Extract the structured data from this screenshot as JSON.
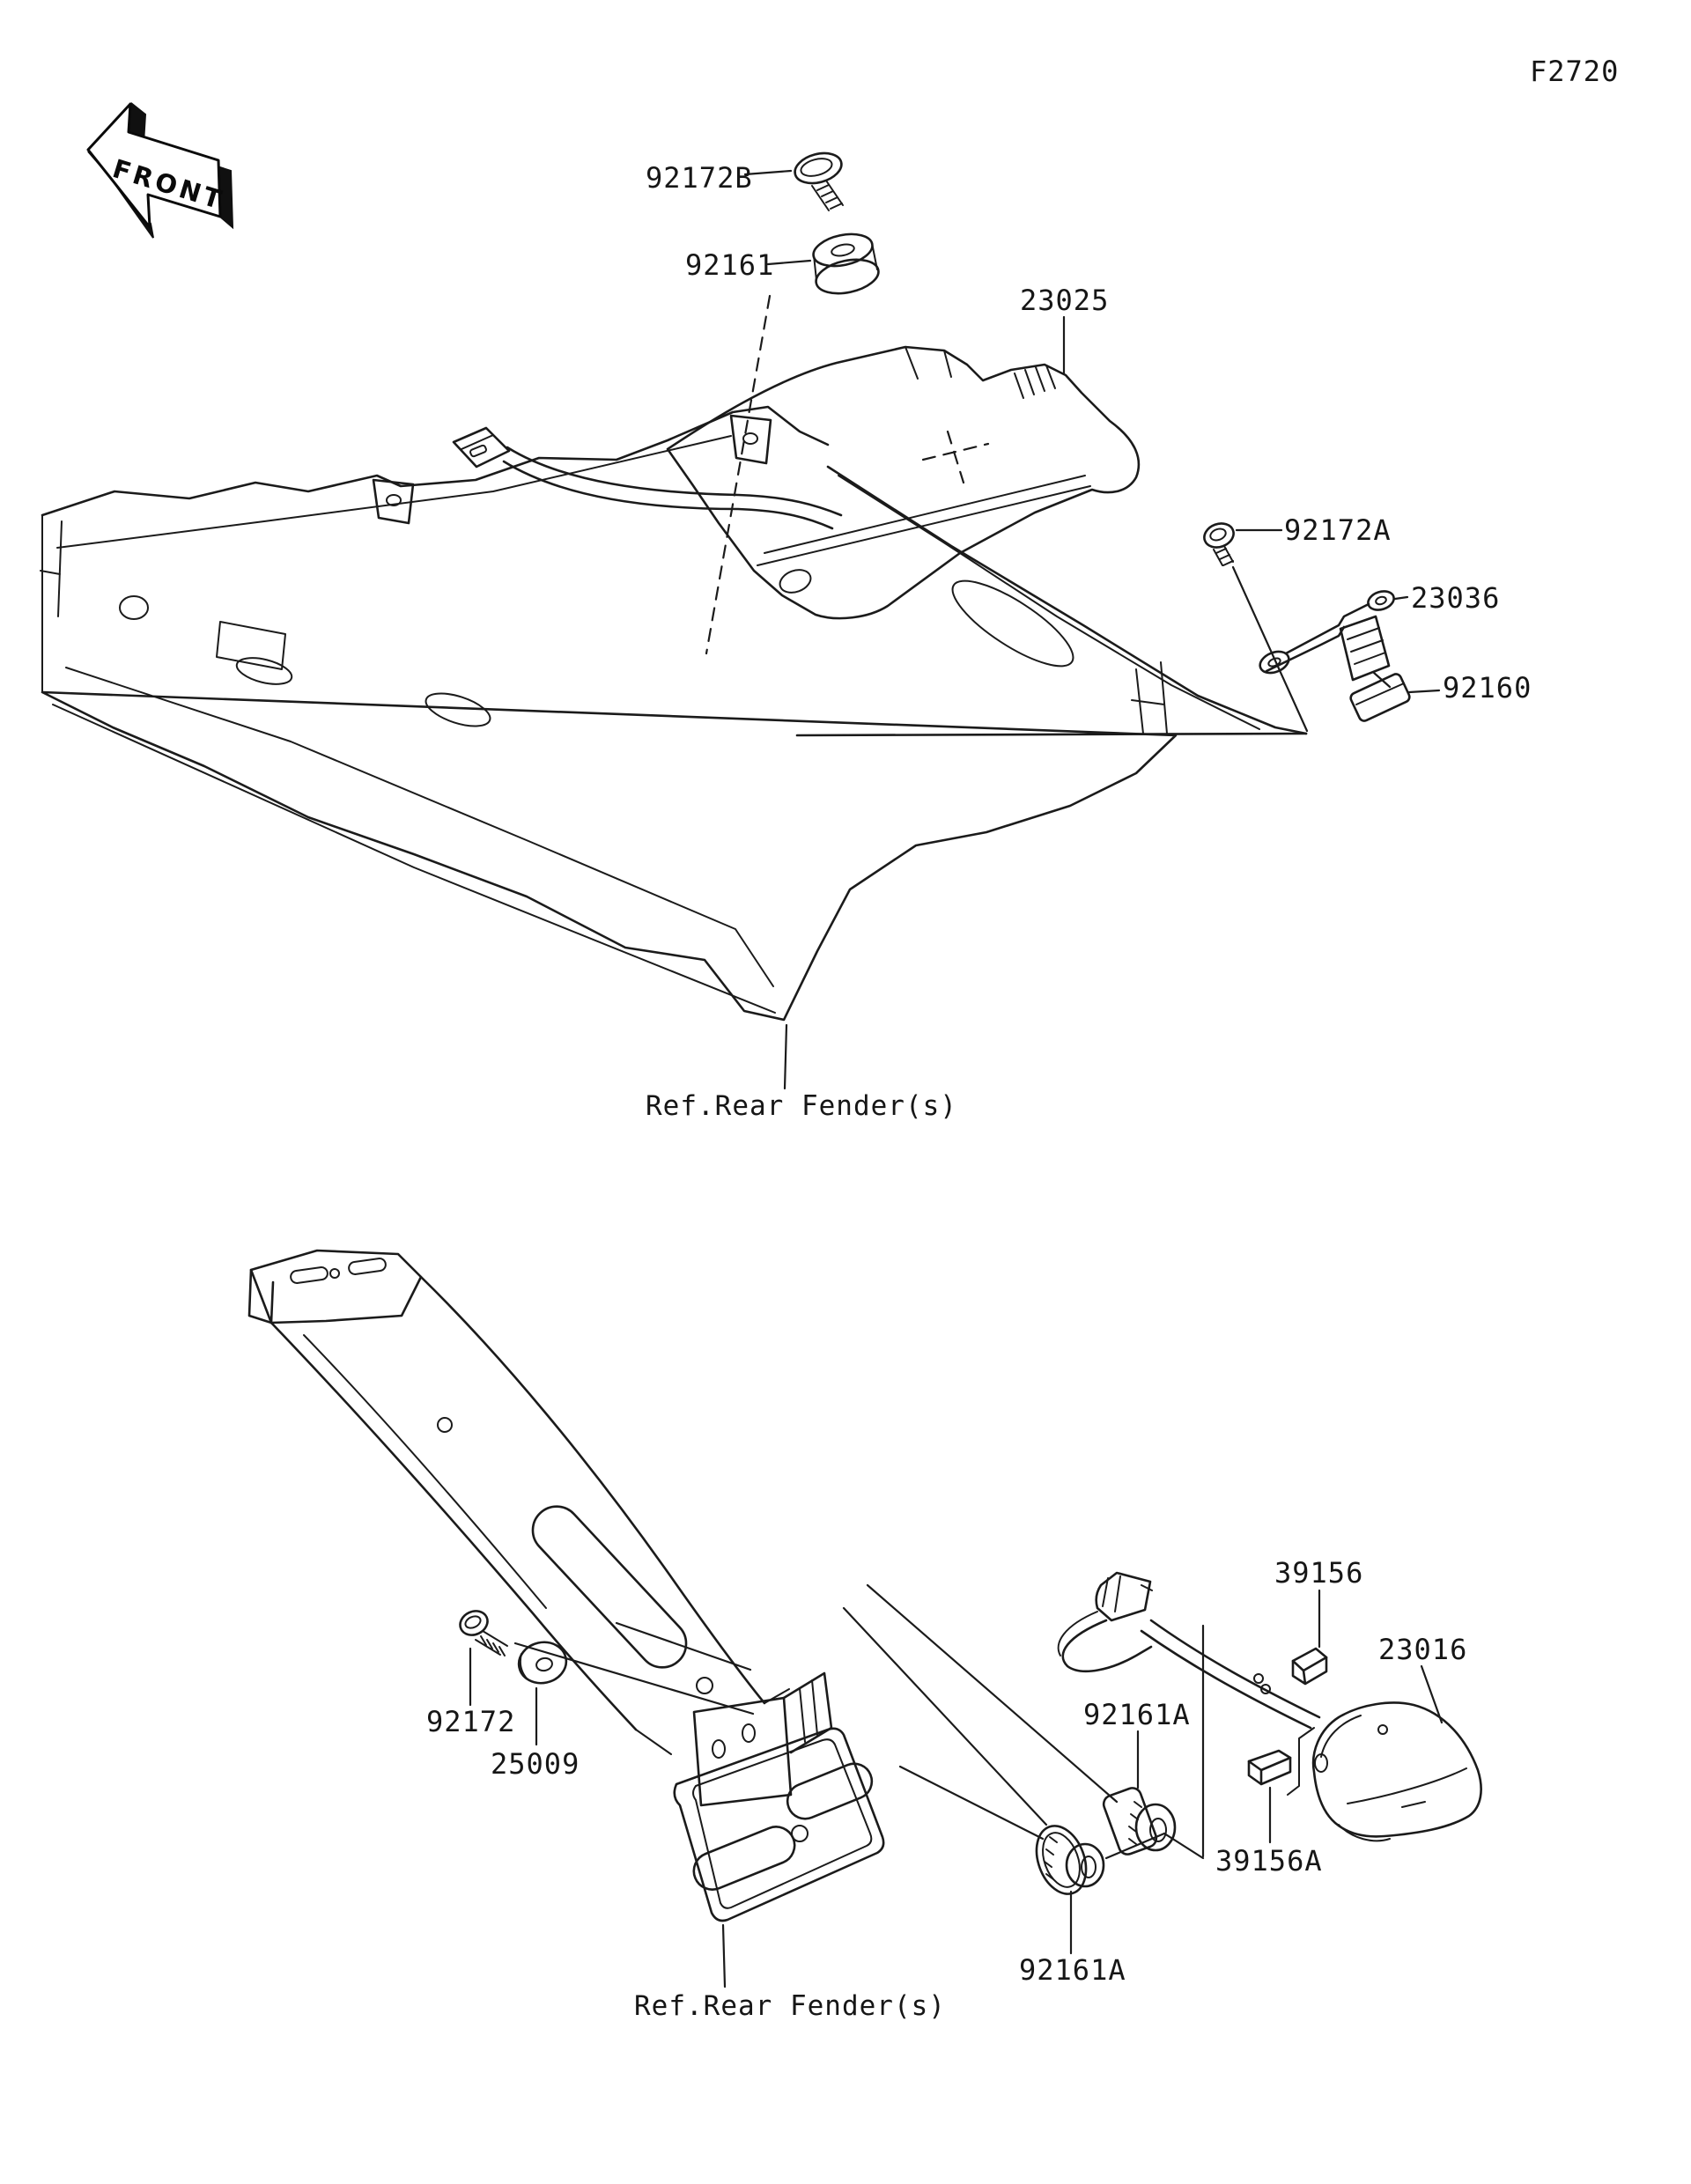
{
  "page": {
    "figure_code": "F2720"
  },
  "front_arrow": {
    "label": "FRONT"
  },
  "top_diagram": {
    "ref_note": "Ref.Rear Fender(s)",
    "parts": {
      "screw_upper": "92172B",
      "grommet": "92161",
      "taillight_cover": "23025",
      "screw_bracket": "92172A",
      "bracket": "23036",
      "pad": "92160"
    }
  },
  "bottom_diagram": {
    "ref_note": "Ref.Rear Fender(s)",
    "parts": {
      "damper": "39156",
      "license_light_lens": "23016",
      "grommet_upper": "92161A",
      "screw": "92172",
      "washer": "25009",
      "damper_small": "39156A",
      "grommet_lower": "92161A"
    }
  }
}
